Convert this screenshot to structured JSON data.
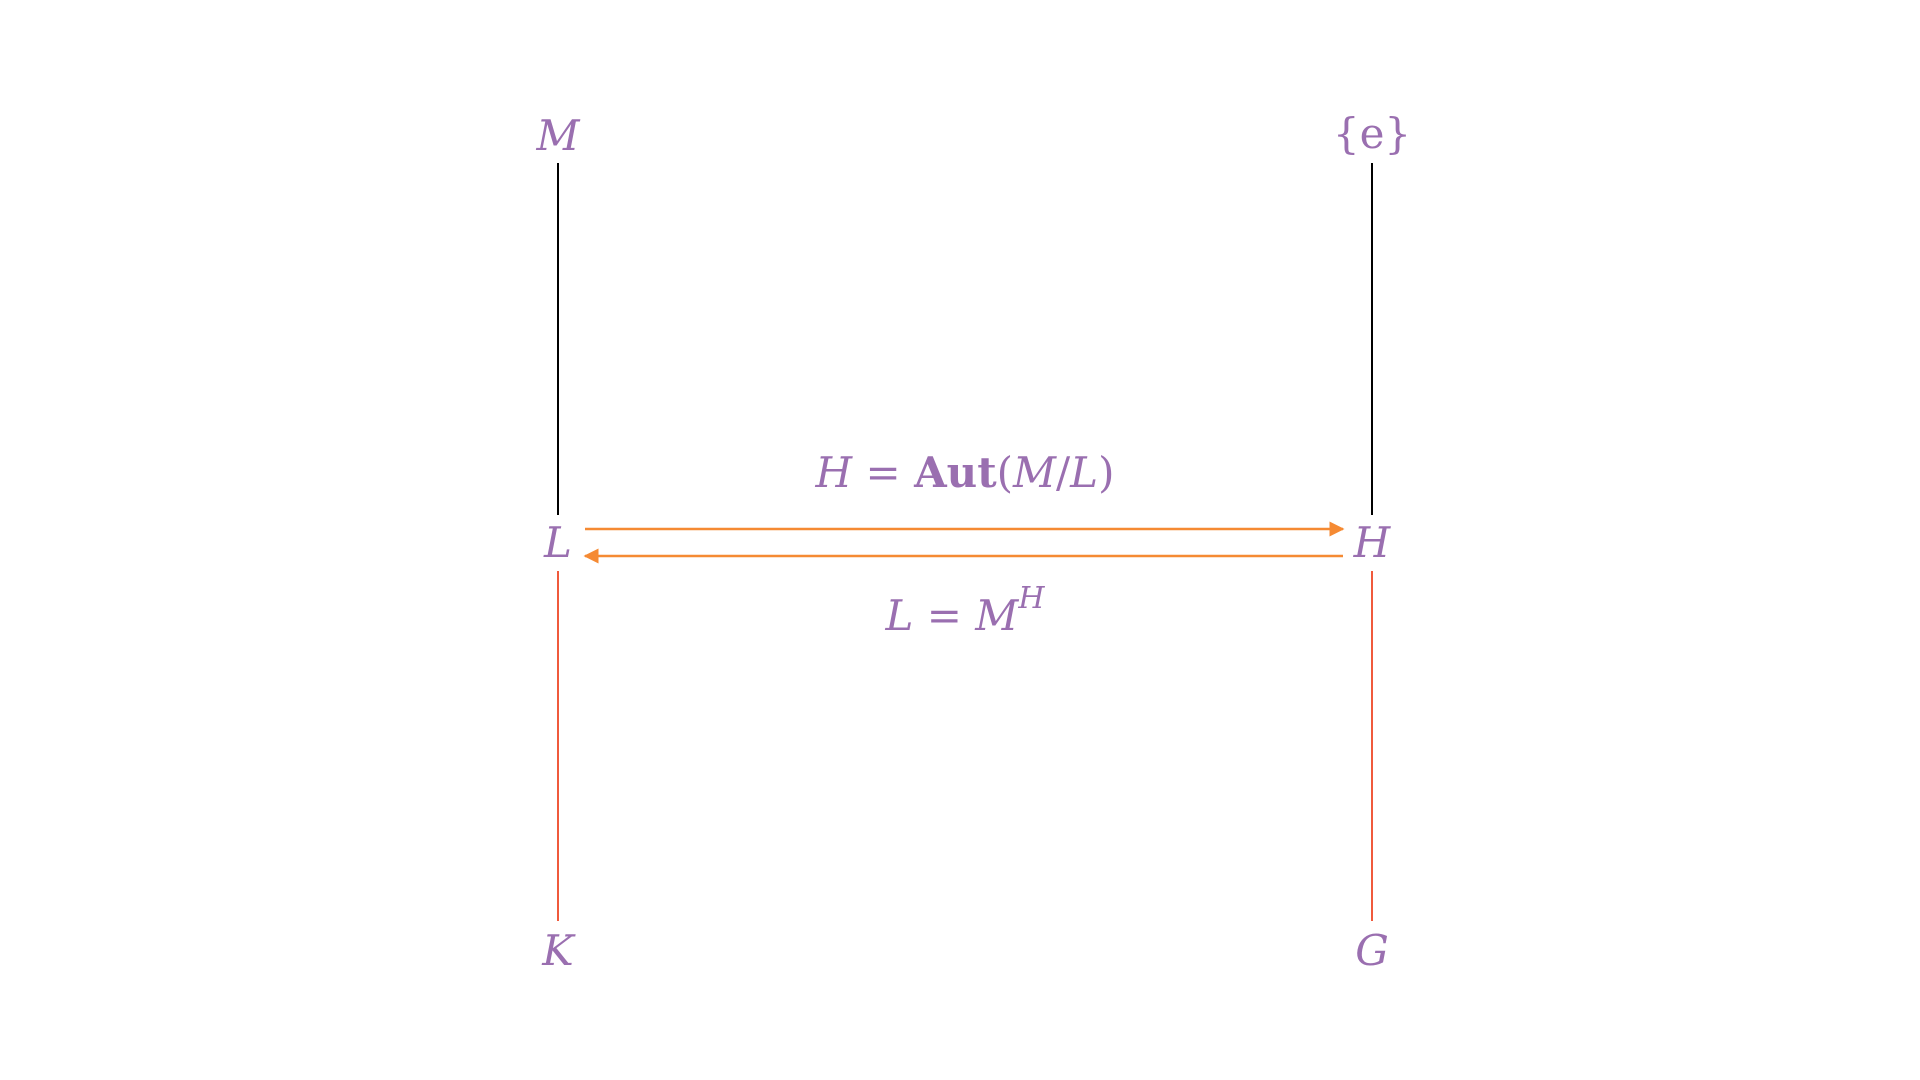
{
  "colors": {
    "text": "#9a6fb0",
    "upper_line": "#000000",
    "lower_line": "#f05a3c",
    "arrow": "#f58a33"
  },
  "nodes": {
    "M": "M",
    "e": "{e}",
    "L": "L",
    "H": "H",
    "K": "K",
    "G": "G"
  },
  "edge_labels": {
    "top": {
      "lhs": "H",
      "eq": " = ",
      "func": "Aut",
      "open": "(",
      "num": "M",
      "slash": "/",
      "den": "L",
      "close": ")"
    },
    "bottom": {
      "lhs": "L",
      "eq": " = ",
      "base": "M",
      "sup": "H"
    }
  }
}
